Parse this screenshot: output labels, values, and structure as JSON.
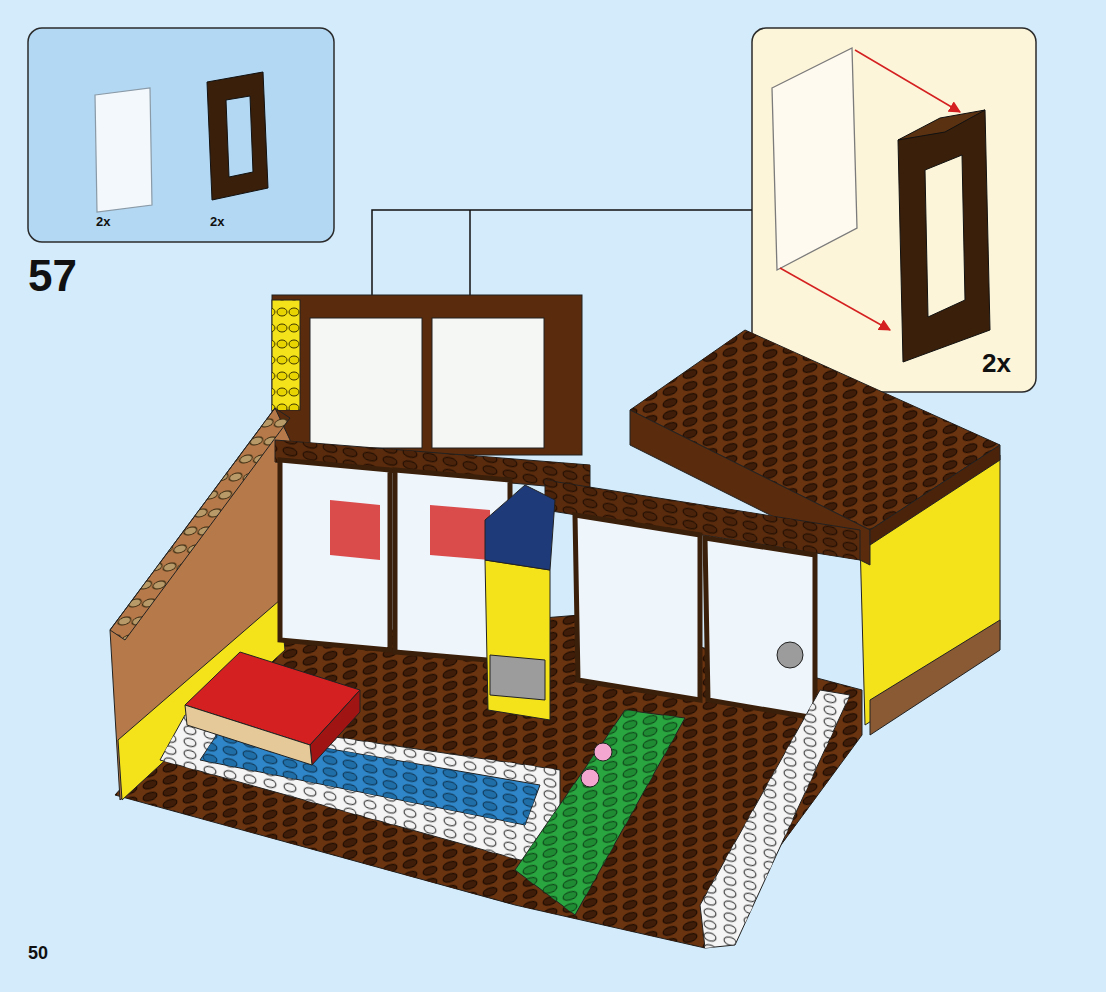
{
  "diagram": {
    "nodes": [
      {
        "text": [
          "2x",
          "2x"
        ]
      },
      {
        "text": [
          "2x"
        ]
      }
    ],
    "labels": [
      "57",
      "50"
    ]
  }
}
